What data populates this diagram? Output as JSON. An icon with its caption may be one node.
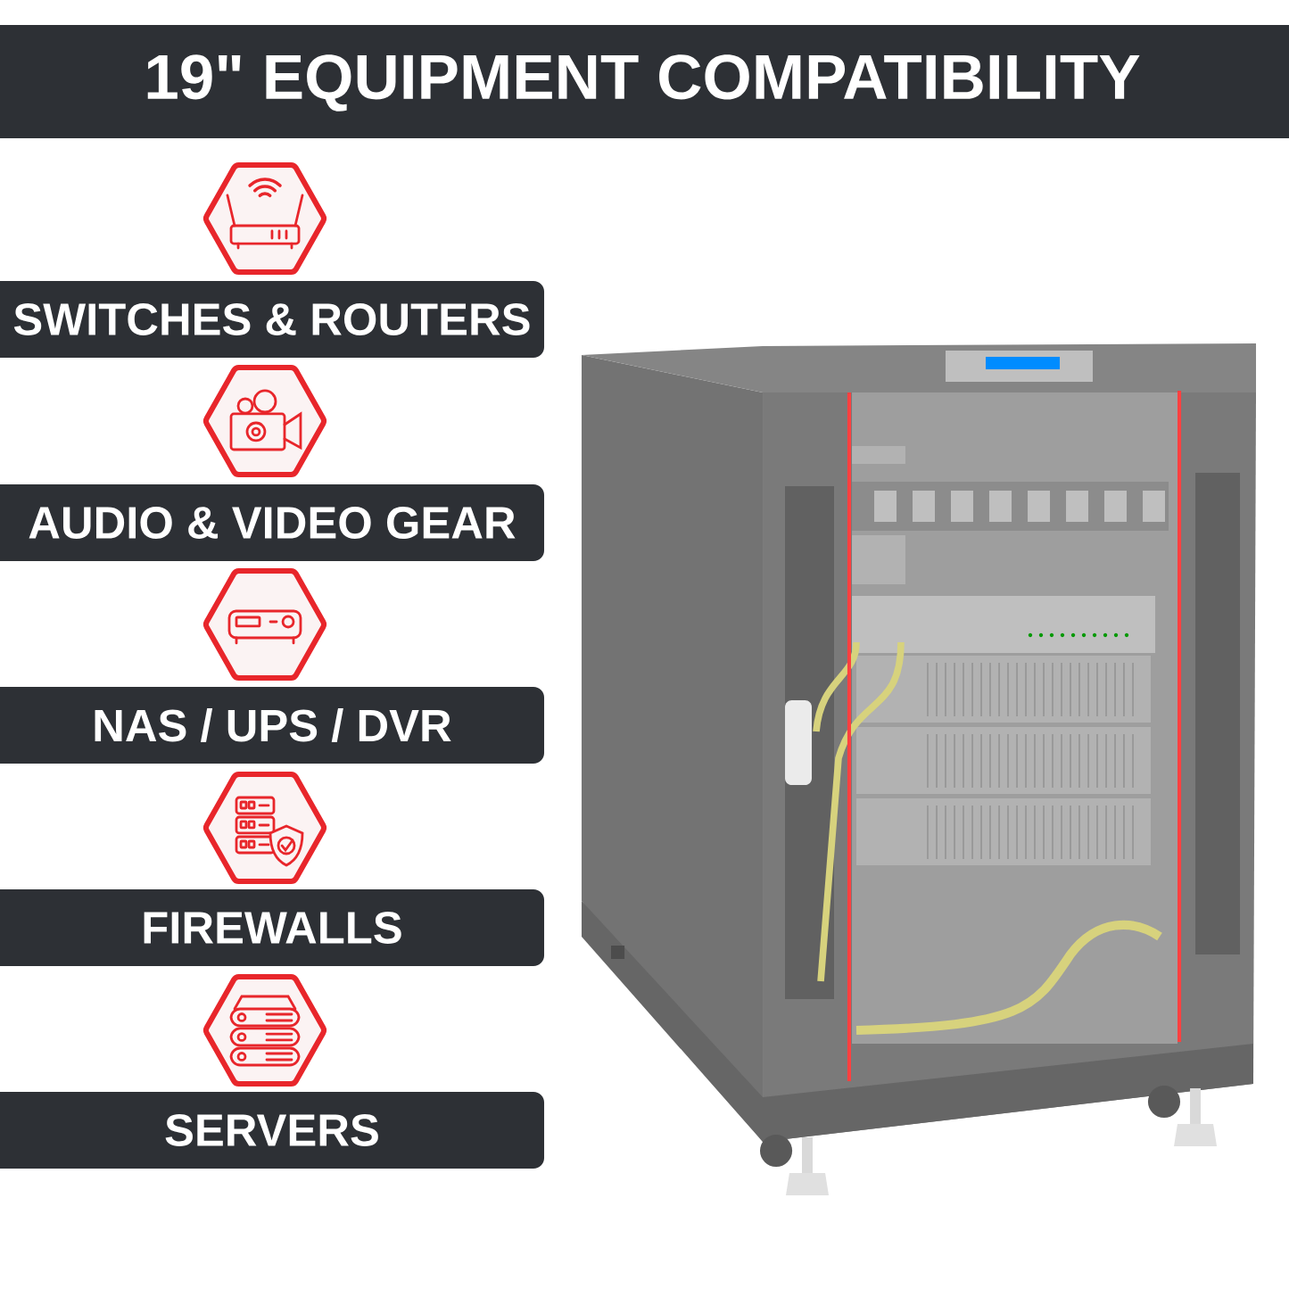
{
  "diagram": {
    "title": "19\" EQUIPMENT COMPATIBILITY",
    "nodes": [
      {
        "text": [
          "SWITCHES & ROUTERS"
        ]
      },
      {
        "text": [
          "AUDIO & VIDEO GEAR"
        ]
      },
      {
        "text": [
          "NAS / UPS / DVR"
        ]
      },
      {
        "text": [
          "FIREWALLS"
        ]
      },
      {
        "text": [
          "SERVERS"
        ]
      }
    ]
  }
}
